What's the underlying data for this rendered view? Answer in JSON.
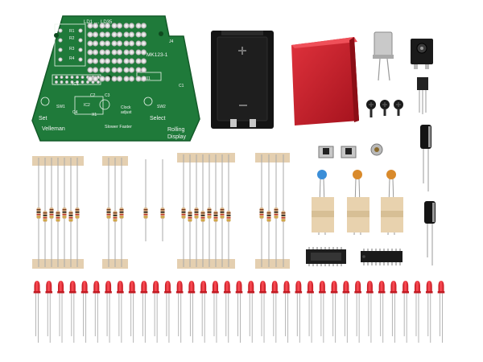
{
  "pcb": {
    "top_label": "LD1 .... LD35",
    "model": "MK123-1",
    "brand": "Velleman",
    "set_label": "Set",
    "select_label": "Select",
    "rolling": "Rolling",
    "display": "Display",
    "clock_adjust_1": "Clock",
    "clock_adjust_2": "adjust",
    "slower_faster": "Slower Faster",
    "r1": "R1",
    "r2": "R2",
    "r3": "R3",
    "r4": "R4",
    "ic1": "IC1",
    "ic2": "IC2",
    "c1": "C1",
    "c2": "C2",
    "c3": "C3",
    "c4": "C4",
    "r11": "R11",
    "x1": "X1",
    "j4": "J4",
    "sw1": "SW1",
    "sw2": "SW2"
  },
  "colors": {
    "pcb_green": "#1f7a3a",
    "case_red": "#c81d2a",
    "led_red": "#e8232c",
    "battery_black": "#111111",
    "tape_beige": "#e4cfb0",
    "background": "#ffffff"
  },
  "components": {
    "led_count": 35,
    "resistor_strip_1_count": 7,
    "resistor_strip_2_count": 3,
    "resistor_strip_4_count": 8,
    "resistor_strip_5_count": 4,
    "loose_resistor_count": 2
  }
}
